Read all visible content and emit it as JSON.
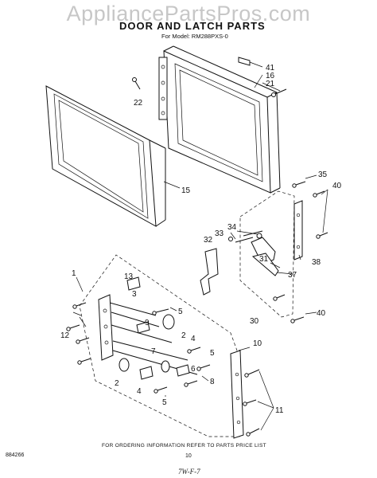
{
  "watermark": "AppliancePartsPros.com",
  "title": "DOOR AND LATCH PARTS",
  "model_line": "For Model: RM288PXS-0",
  "footer_note": "FOR ORDERING INFORMATION REFER TO PARTS PRICE LIST",
  "doc_number": "884266",
  "page_number": "10",
  "handwritten_note": "7W-F-7",
  "callouts": {
    "c1": "1",
    "c2": "2",
    "c2b": "2",
    "c3": "3",
    "c4": "4",
    "c4b": "4",
    "c5": "5",
    "c5b": "5",
    "c5c": "5",
    "c6": "6",
    "c7": "7",
    "c8": "8",
    "c9": "9",
    "c10": "10",
    "c11": "11",
    "c12": "12",
    "c13": "13",
    "c15": "15",
    "c16": "16",
    "c21": "21",
    "c22": "22",
    "c30": "30",
    "c31": "31",
    "c32": "32",
    "c33": "33",
    "c34": "34",
    "c35": "35",
    "c37": "37",
    "c38": "38",
    "c40": "40",
    "c40b": "40",
    "c41": "41"
  }
}
